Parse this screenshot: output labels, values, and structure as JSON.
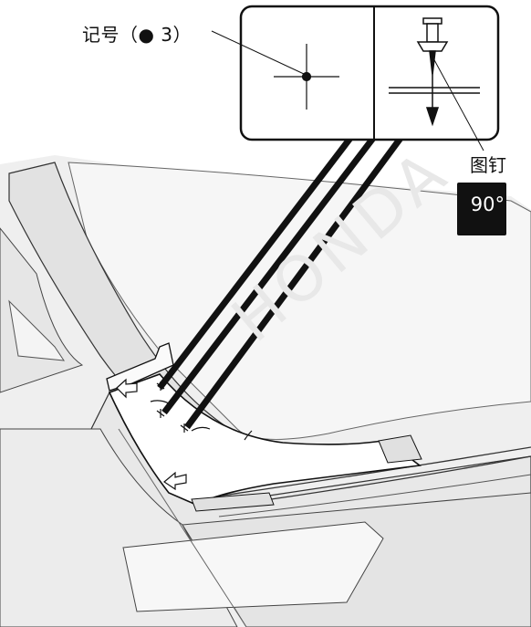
{
  "labels": {
    "mark": "记号（● 3）",
    "pin": "图钉",
    "angle": "90°",
    "watermark": "HONDA"
  },
  "colors": {
    "line": "#111111",
    "body_fill": "#e9e9e9",
    "glass_fill": "#f4f4f4"
  },
  "icons": {
    "crosshair": "crosshair-mark-icon",
    "pushpin": "pushpin-icon",
    "right_angle": "right-angle-90-icon"
  }
}
